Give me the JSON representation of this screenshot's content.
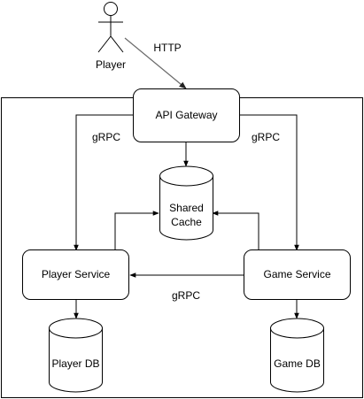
{
  "actor": {
    "label": "Player"
  },
  "nodes": {
    "api_gateway": "API Gateway",
    "shared_cache": [
      "Shared",
      "Cache"
    ],
    "player_service": "Player Service",
    "game_service": "Game Service",
    "player_db": "Player DB",
    "game_db": "Game DB"
  },
  "edge_labels": {
    "http": "HTTP",
    "grpc_left": "gRPC",
    "grpc_right": "gRPC",
    "grpc_bottom": "gRPC"
  },
  "colors": {
    "stroke": "#000000",
    "http_arrow": "#6b6b6b",
    "background": "#ffffff"
  }
}
